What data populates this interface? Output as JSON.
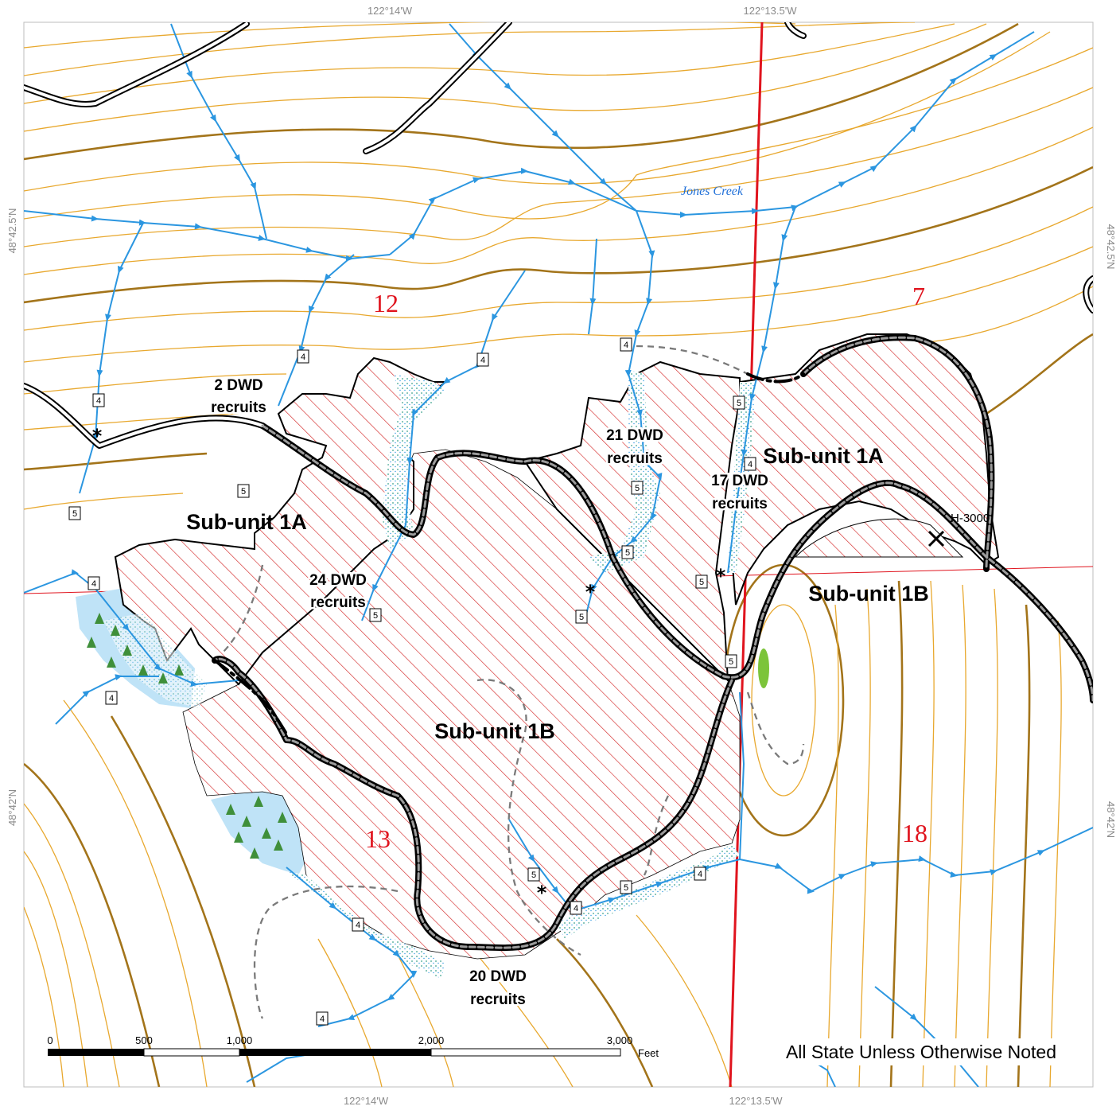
{
  "coords": {
    "top_left_lon": "122°14'W",
    "top_right_lon": "122°13.5'W",
    "bottom_left_lon": "122°14'W",
    "bottom_right_lon": "122°13.5'W",
    "left_upper_lat": "48°42.5'N",
    "left_lower_lat": "48°42'N",
    "right_upper_lat": "48°42.5'N",
    "right_lower_lat": "48°42'N"
  },
  "units": {
    "sub_1a_west": "Sub-unit 1A",
    "sub_1a_east": "Sub-unit 1A",
    "sub_1b_center": "Sub-unit 1B",
    "sub_1b_east": "Sub-unit 1B"
  },
  "dwd": [
    {
      "line1": "2 DWD",
      "line2": "recruits"
    },
    {
      "line1": "21 DWD",
      "line2": "recruits"
    },
    {
      "line1": "17 DWD",
      "line2": "recruits"
    },
    {
      "line1": "24 DWD",
      "line2": "recruits"
    },
    {
      "line1": "20 DWD",
      "line2": "recruits"
    }
  ],
  "sections": {
    "s12": "12",
    "s7": "7",
    "s13": "13",
    "s18": "18"
  },
  "creek": "Jones Creek",
  "road_label": "H-3000",
  "type_boxes": [
    "4",
    "4",
    "5",
    "4",
    "4",
    "4",
    "5",
    "5",
    "4",
    "5",
    "5",
    "4",
    "5",
    "5",
    "4",
    "5",
    "5",
    "5",
    "4",
    "4",
    "5",
    "4",
    "4",
    "4"
  ],
  "scale": {
    "ticks": [
      "0",
      "500",
      "1,000",
      "2,000",
      "3,000"
    ],
    "unit": "Feet"
  },
  "ownership_note": "All State Unless Otherwise Noted",
  "colors": {
    "contour_index": "#a3741a",
    "contour": "#e8a82e",
    "stream": "#2b96e0",
    "unit_hatch": "#d42a2a",
    "section_line": "#e0141e",
    "wetland": "#bfe3f7"
  }
}
